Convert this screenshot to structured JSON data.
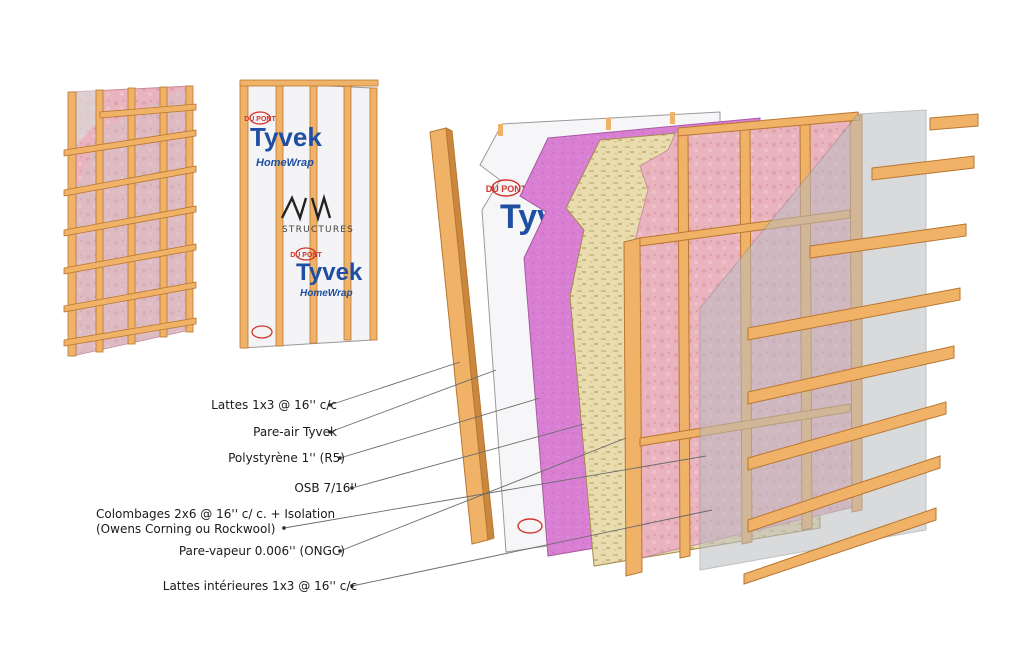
{
  "colors": {
    "wood": "#efb267",
    "wood_dark": "#b97631",
    "insulation": "#eab4bf",
    "insulation_dark": "#d68e9c",
    "polystyrene": "#d97fd3",
    "osb": "#e9dcae",
    "tyvek_blue": "#1f4fa3",
    "tyvek_red": "#d2342a",
    "vapor_barrier": "rgba(185,188,192,0.55)",
    "leader_line": "#6a6a6a"
  },
  "panel_branding": {
    "dupont_logo": "DU PONT",
    "tyvek_word": "Tyvek",
    "homewrap_word": "HomeWrap",
    "structures_word": "STRUCTURES"
  },
  "labels": [
    {
      "id": "furring_exterior",
      "text": "Lattes 1x3 @ 16'' c/c"
    },
    {
      "id": "air_barrier",
      "text": "Pare-air Tyvek"
    },
    {
      "id": "polystyrene",
      "text": "Polystyrène 1'' (R5)"
    },
    {
      "id": "osb",
      "text": "OSB 7/16''"
    },
    {
      "id": "studs_insulation",
      "text": "Colombages 2x6 @ 16'' c/ c. + Isolation\n(Owens Corning ou Rockwool)"
    },
    {
      "id": "vapor_barrier",
      "text": "Pare-vapeur 0.006'' (ONGC)"
    },
    {
      "id": "furring_interior",
      "text": "Lattes intérieures 1x3 @ 16'' c/c"
    }
  ]
}
